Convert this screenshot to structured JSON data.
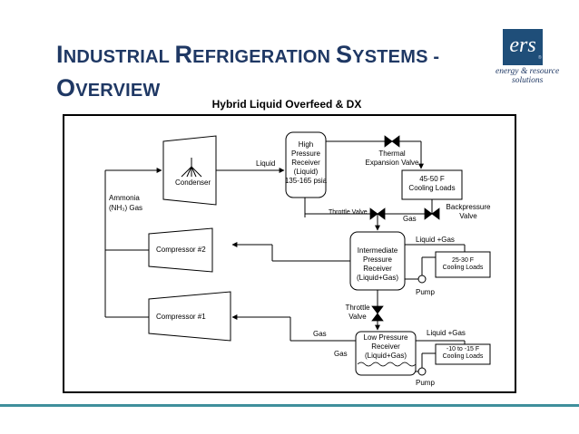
{
  "slide": {
    "title_line1_big_1": "I",
    "title_line1_small_1": "NDUSTRIAL ",
    "title_line1_big_2": "R",
    "title_line1_small_2": "EFRIGERATION ",
    "title_line1_big_3": "S",
    "title_line1_small_3": "YSTEMS -",
    "title_line2_big": "O",
    "title_line2_small": "VERVIEW",
    "subtitle": "Hybrid Liquid Overfeed & DX"
  },
  "logo": {
    "mark": "ers",
    "tm": "®",
    "line1": "energy & resource",
    "line2": "solutions"
  },
  "diagram": {
    "condenser": "Condenser",
    "liquid": "Liquid",
    "high_pressure_receiver": [
      "High",
      "Pressure",
      "Receiver",
      "(Liquid)",
      "135-165 psia"
    ],
    "thermal_expansion_valve": [
      "Thermal",
      "Expansion Valve"
    ],
    "cooling_45_50": [
      "45-50 F",
      "Cooling Loads"
    ],
    "backpressure_valve": [
      "Backpressure",
      "Valve"
    ],
    "gas_1": "Gas",
    "throttle_valve_1": "Throttle Valve",
    "ammonia": [
      "Ammonia",
      "(NH₃) Gas"
    ],
    "compressor_2": "Compressor #2",
    "compressor_1": "Compressor #1",
    "intermediate_receiver": [
      "Intermediate",
      "Pressure",
      "Receiver",
      "(Liquid+Gas)"
    ],
    "liquid_gas_1": "Liquid +Gas",
    "cooling_25_30": [
      "25-30 F",
      "Cooling Loads"
    ],
    "pump_1": "Pump",
    "throttle_valve_2": [
      "Throttle",
      "Valve"
    ],
    "gas_2": "Gas",
    "low_pressure_receiver": [
      "Low Pressure",
      "Receiver",
      "(Liquid+Gas)"
    ],
    "gas_3": "Gas",
    "liquid_gas_2": "Liquid +Gas",
    "cooling_neg10": [
      "-10 to -15 F",
      "Cooling Loads"
    ],
    "pump_2": "Pump"
  }
}
